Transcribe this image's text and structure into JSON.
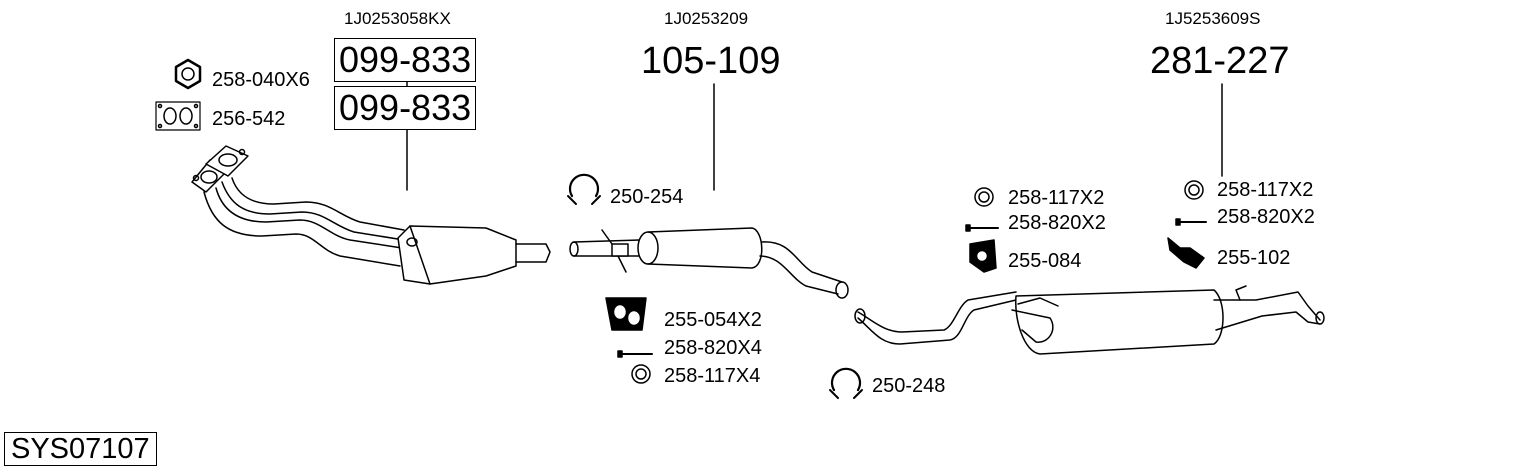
{
  "system_code": "SYS07107",
  "sections": {
    "front": {
      "oem_number": "1J0253058KX",
      "part_numbers": [
        "099-833",
        "099-833"
      ],
      "accessories": [
        {
          "code": "258-040X6",
          "icon": "hex-nut-icon"
        },
        {
          "code": "256-542",
          "icon": "flange-gasket-icon"
        }
      ]
    },
    "middle": {
      "oem_number": "1J0253209",
      "part_number": "105-109",
      "accessories": [
        {
          "code": "250-254",
          "icon": "pipe-clamp-icon"
        },
        {
          "code": "255-054X2",
          "icon": "rubber-mount-icon"
        },
        {
          "code": "258-820X4",
          "icon": "bolt-icon"
        },
        {
          "code": "258-117X4",
          "icon": "ring-washer-icon"
        }
      ]
    },
    "connector": {
      "accessories": [
        {
          "code": "250-248",
          "icon": "pipe-clamp-icon"
        }
      ]
    },
    "center_mounts": {
      "accessories": [
        {
          "code": "258-117X2",
          "icon": "ring-washer-icon"
        },
        {
          "code": "258-820X2",
          "icon": "bolt-icon"
        },
        {
          "code": "255-084",
          "icon": "rubber-mount-icon"
        }
      ]
    },
    "rear": {
      "oem_number": "1J5253609S",
      "part_number": "281-227",
      "accessories": [
        {
          "code": "258-117X2",
          "icon": "ring-washer-icon"
        },
        {
          "code": "258-820X2",
          "icon": "bolt-icon"
        },
        {
          "code": "255-102",
          "icon": "hanger-bracket-icon"
        }
      ]
    }
  }
}
